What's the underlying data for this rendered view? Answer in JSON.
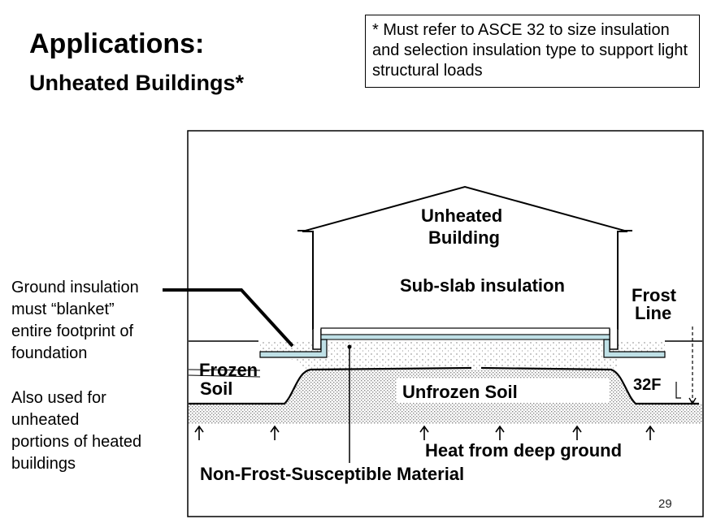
{
  "title": "Applications:",
  "subtitle": "Unheated Buildings*",
  "note": "* Must refer to ASCE 32 to size insulation and selection insulation type to support light structural loads",
  "side_text": {
    "ground_insulation": "Ground insulation\nmust “blanket”\nentire footprint of\nfoundation",
    "also_used": "Also used for\nunheated\nportions of heated\nbuildings"
  },
  "diagram": {
    "building_line1": "Unheated",
    "building_line2": "Building",
    "sub_slab": "Sub-slab insulation",
    "frost_line1": "Frost",
    "frost_line2": "Line",
    "frozen_line1": "Frozen",
    "frozen_line2": "Soil",
    "unfrozen": "Unfrozen Soil",
    "temp": "32F",
    "heat": "Heat from deep ground",
    "material": "Non-Frost-Susceptible Material"
  },
  "page_number": "29",
  "colors": {
    "insulation": "#bfe0e6",
    "soil_pattern": "#9a9a9a",
    "border": "#000000"
  }
}
